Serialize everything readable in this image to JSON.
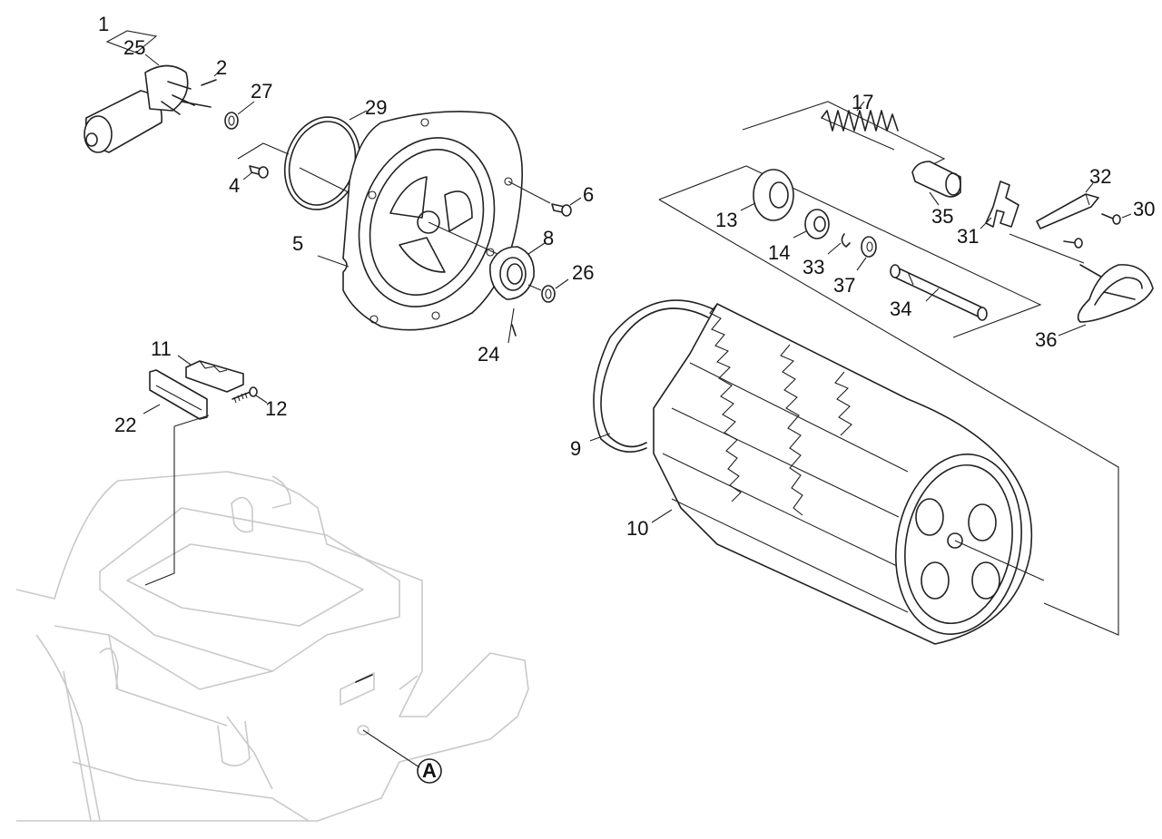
{
  "callouts": {
    "c1": "1",
    "c2": "2",
    "c4": "4",
    "c5": "5",
    "c6": "6",
    "c8": "8",
    "c9": "9",
    "c10": "10",
    "c11": "11",
    "c12": "12",
    "c13": "13",
    "c14": "14",
    "c17": "17",
    "c22": "22",
    "c24": "24",
    "c25": "25",
    "c26": "26",
    "c27": "27",
    "c29": "29",
    "c30": "30",
    "c31": "31",
    "c32": "32",
    "c33": "33",
    "c34": "34",
    "c35": "35",
    "c36": "36",
    "c37": "37"
  },
  "marker": {
    "label": "A"
  },
  "colors": {
    "ink": "#222222",
    "ghost": "#c9c9c9",
    "background": "#ffffff"
  }
}
